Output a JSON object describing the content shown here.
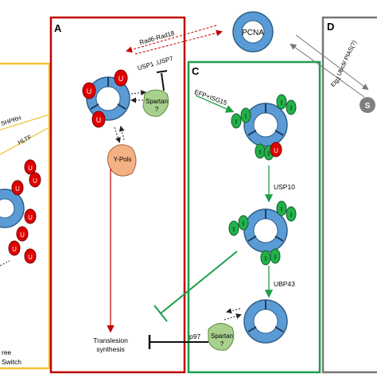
{
  "panels": {
    "A": "A",
    "C": "C",
    "D": "D"
  },
  "pcna_label": "PCNA",
  "arrows": {
    "rad6_rad18": "Rad6-Rad18",
    "usp1_usp7": "USP1 ,USP7",
    "ubc9_pias": "Ubc9/ PIAS(?)",
    "elg1": "Elg1",
    "efp_isg15": "EFP+ISG15",
    "usp10": "USP10",
    "ubp43": "UBP43",
    "p97": "p97",
    "shprh": "SHPRH",
    "hltf": "HLTF"
  },
  "labels": {
    "spartan_a_line1": "Spartan",
    "spartan_a_line2": "?",
    "ypols": "Y-Pols",
    "tls_line1": "Translesion",
    "tls_line2": "synthesis",
    "spartan_c_line1": "Spartan",
    "spartan_c_line2": "?",
    "left_bottom_1": "ree",
    "left_bottom_2": "Switch"
  },
  "badges": {
    "ubiquitin": "U",
    "isg15": "I",
    "sumo": "S"
  },
  "colors": {
    "panel_yellow": "#f1c232",
    "panel_red": "#c00000",
    "panel_green": "#1d9e4a",
    "panel_gray": "#777777",
    "pcna_blue": "#5b9bd5",
    "ub_red": "#e00000",
    "isg_green": "#22b04b",
    "sumo_gray": "#7f7f7f",
    "spartan_green": "#a9d18e",
    "ypols_orange": "#f4b183"
  }
}
